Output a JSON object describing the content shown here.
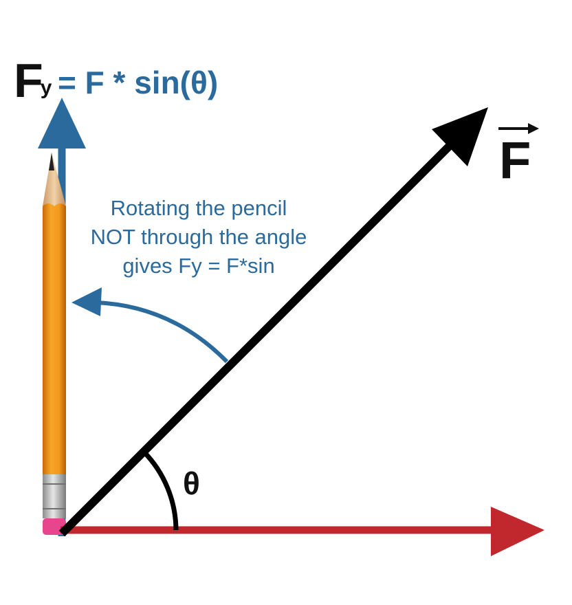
{
  "formula": {
    "lhs_symbol": "F",
    "lhs_subscript": "y",
    "rhs": "= F * sin(θ)"
  },
  "caption": {
    "lines": [
      "Rotating the pencil",
      "NOT through the angle",
      "gives Fy = F*sin"
    ]
  },
  "vector_label": "F",
  "angle_label": "θ",
  "colors": {
    "vertical_component": "#2b6a9c",
    "horizontal_component": "#c1282d",
    "force_vector": "#000000",
    "pencil_body": "#f39a1e",
    "pencil_eraser": "#e8458f",
    "text_blue": "#2b6a9c"
  }
}
